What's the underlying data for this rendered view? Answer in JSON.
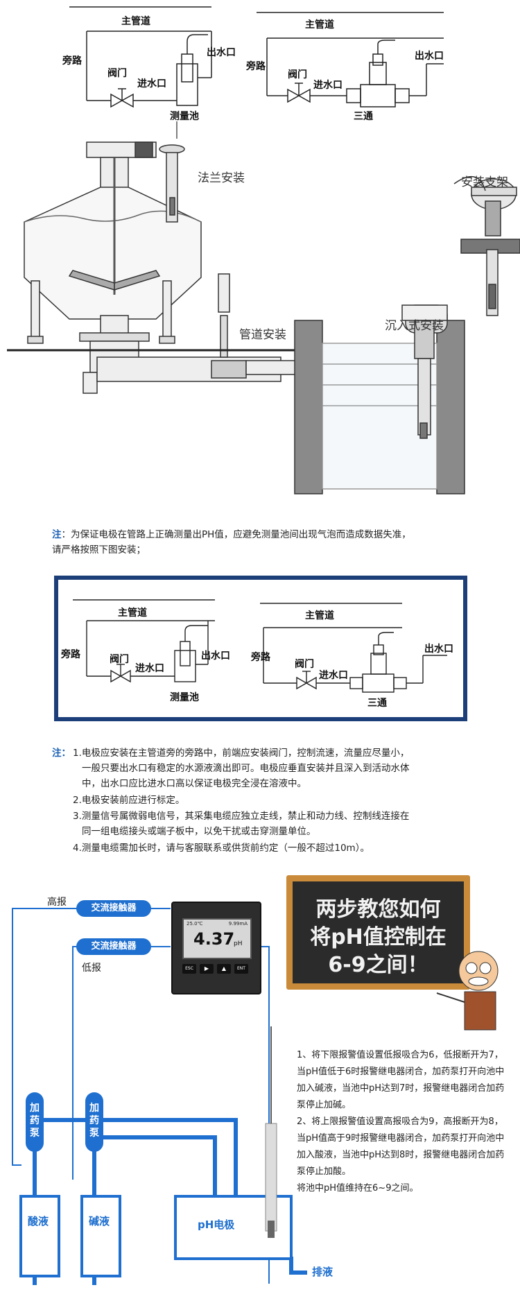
{
  "top_diagrams": {
    "left": {
      "main_pipe": "主管道",
      "bypass": "旁路",
      "valve": "阀门",
      "inlet": "进水口",
      "outlet": "出水口",
      "pool": "测量池"
    },
    "right": {
      "main_pipe": "主管道",
      "bypass": "旁路",
      "valve": "阀门",
      "inlet": "进水口",
      "outlet": "出水口",
      "tee": "三通"
    }
  },
  "install_scene": {
    "flange": "法兰安装",
    "bracket": "安装支架",
    "pipe": "管道安装",
    "immersion": "沉入式安装"
  },
  "note1": {
    "prefix": "注",
    "text": "：为保证电极在管路上正确测量出PH值，应避免测量池间出现气泡而造成数据失准，",
    "text2": "请严格按照下图安装；"
  },
  "boxed_diagrams": {
    "left": {
      "main_pipe": "主管道",
      "bypass": "旁路",
      "valve": "阀门",
      "inlet": "进水口",
      "outlet": "出水口",
      "pool": "测量池"
    },
    "right": {
      "main_pipe": "主管道",
      "bypass": "旁路",
      "valve": "阀门",
      "inlet": "进水口",
      "outlet": "出水口",
      "tee": "三通"
    },
    "border_color": "#1c3f7a"
  },
  "note2": {
    "prefix": "注：",
    "items": [
      "1.电极应安装在主管道旁的旁路中，前端应安装阀门，控制流速，流量应尽量小，",
      "一般只要出水口有稳定的水源液滴出即可。电极应垂直安装并且深入到活动水体",
      "中，出水口应比进水口高以保证电极完全浸在溶液中。",
      "2.电极安装前应进行标定。",
      "3.测量信号属微弱电信号，其采集电缆应独立走线，禁止和动力线、控制线连接在",
      "同一组电缆接头或端子板中，以免干扰或击穿测量单位。",
      "4.测量电缆需加长时，请与客服联系或供货前约定（一般不超过10m）。"
    ]
  },
  "control_diagram": {
    "high_alarm": "高报",
    "low_alarm": "低报",
    "contactor_high": "交流接触器",
    "contactor_low": "交流接触器",
    "pump_left": "加药泵",
    "pump_right": "加药泵",
    "acid": "酸液",
    "alkali": "碱液",
    "electrode": "pH电极",
    "drain": "排液",
    "meter_value": "4.37",
    "meter_unit": "pH",
    "meter_top_left": "25.0℃",
    "meter_top_right": "9.99mA",
    "meter_buttons": [
      "ESC",
      "▶",
      "▲",
      "ENT"
    ],
    "accent_color": "#1e6fcf"
  },
  "blackboard": {
    "line1": "两步教您如何",
    "line2": "将pH值控制在",
    "line3": "6-9之间！"
  },
  "steps": [
    "1、将下限报警值设置低报吸合为6，低报断开为7，当pH值低于6时报警继电器闭合，加药泵打开向池中加入碱液，当池中pH达到7时，报警继电器闭合加药泵停止加碱。",
    "2、将上限报警值设置高报吸合为9，高报断开为8，当pH值高于9时报警继电器闭合，加药泵打开向池中加入酸液，当池中pH达到8时，报警继电器闭合加药泵停止加酸。",
    "将池中pH值维持在6~9之间。"
  ]
}
